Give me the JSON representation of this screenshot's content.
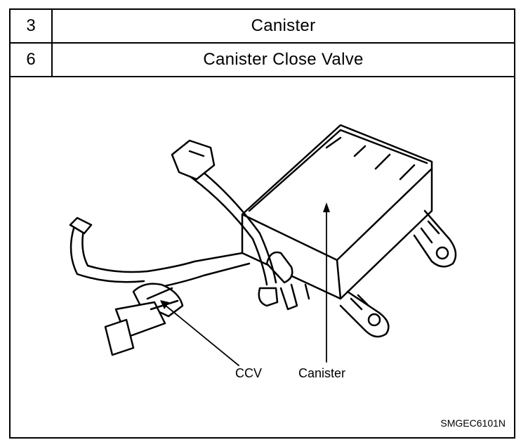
{
  "table": {
    "rows": [
      {
        "number": "3",
        "name": "Canister"
      },
      {
        "number": "6",
        "name": "Canister Close Valve"
      }
    ]
  },
  "figure": {
    "callouts": {
      "ccv": "CCV",
      "canister": "Canister"
    },
    "code": "SMGEC6101N"
  }
}
